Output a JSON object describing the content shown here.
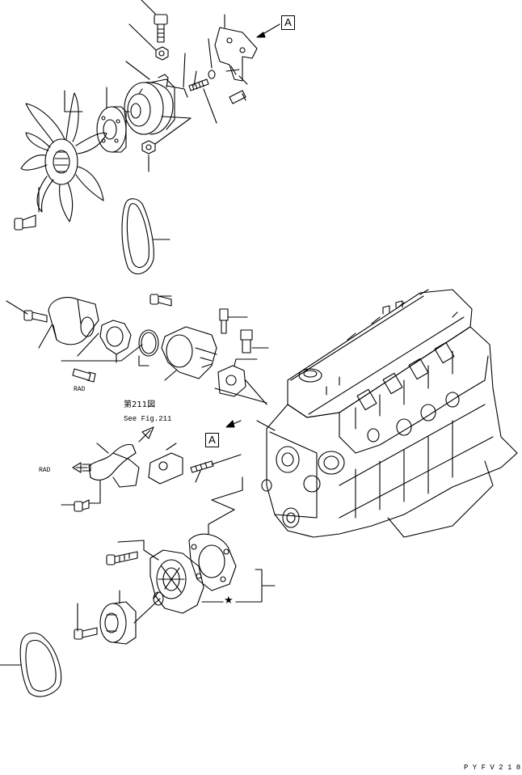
{
  "labels": {
    "callout_top": "A",
    "callout_mid": "A",
    "rad_upper": "RAD",
    "rad_lower": "RAD",
    "see_fig_jp": "第211図",
    "see_fig_en": "See Fig.211",
    "star": "★",
    "figure_code": "P Y F V 2 1 8"
  }
}
